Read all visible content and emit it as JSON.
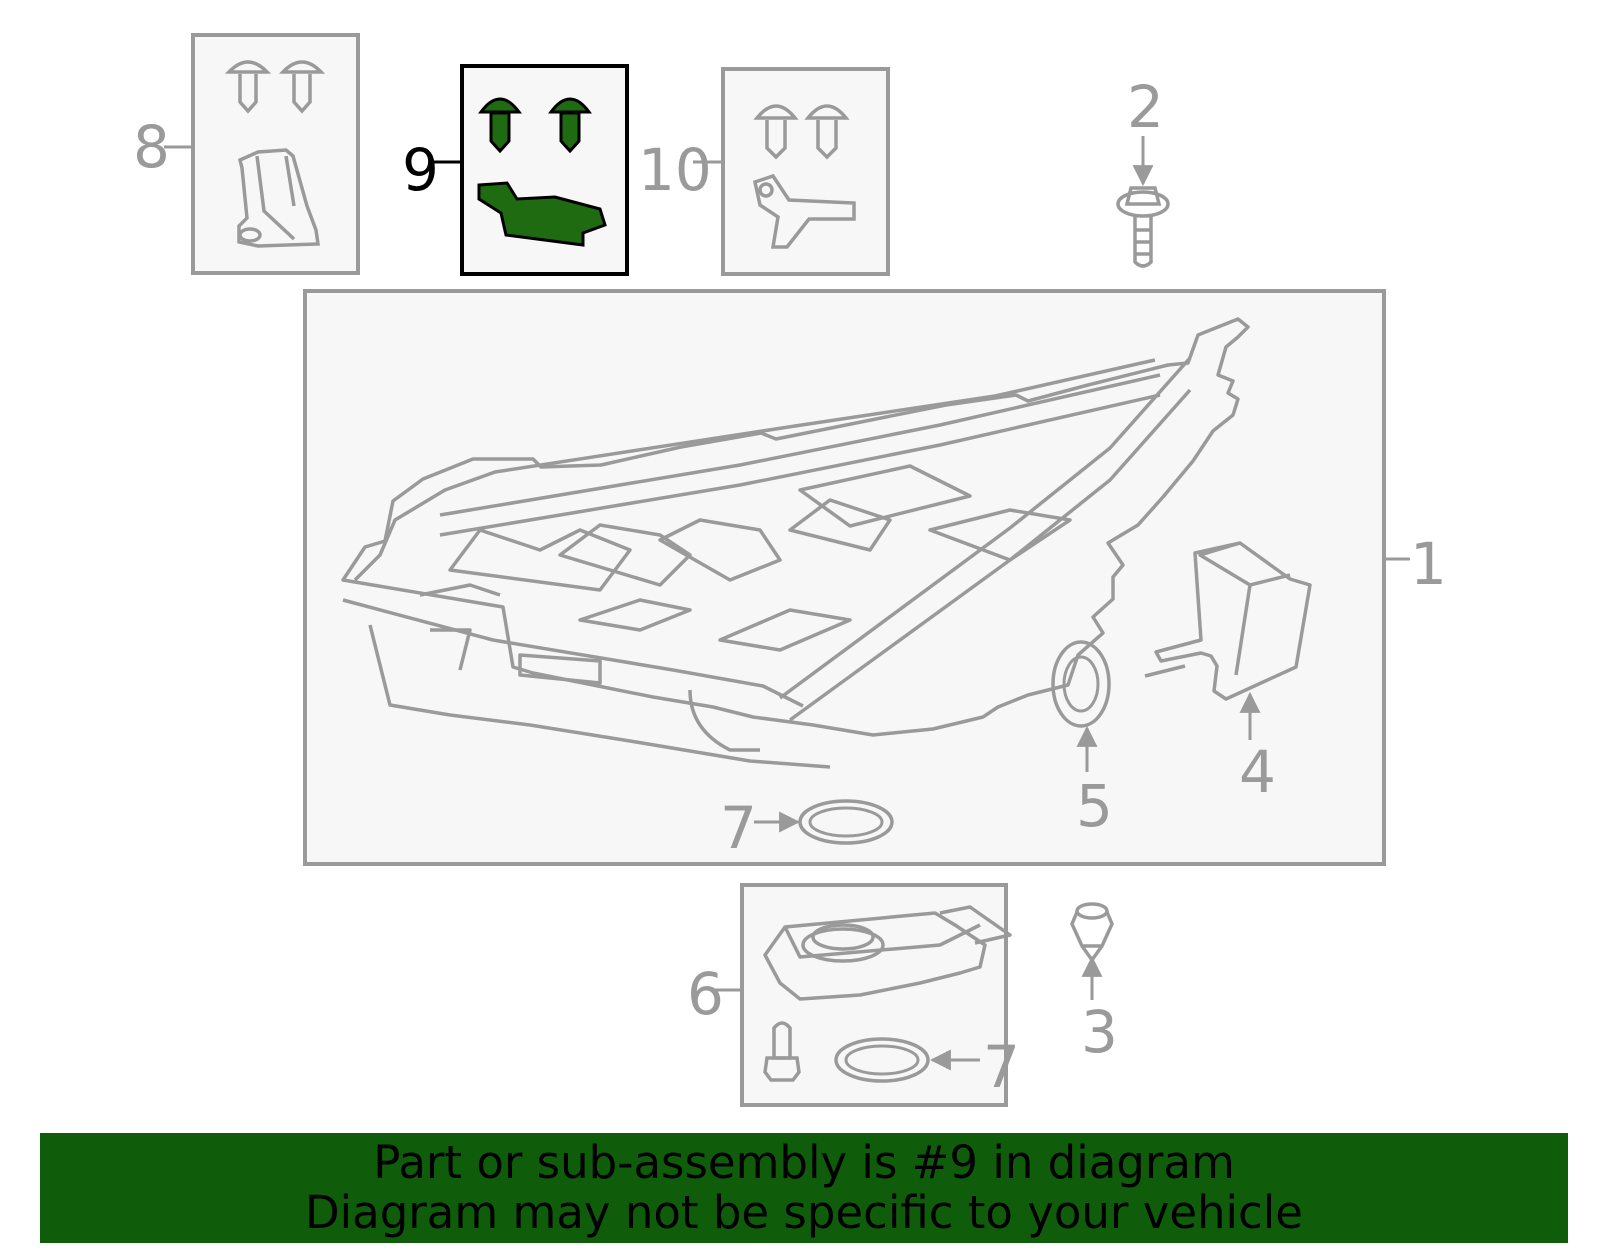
{
  "diagram": {
    "callouts": [
      "1",
      "2",
      "3",
      "4",
      "5",
      "6",
      "7",
      "7",
      "8",
      "9",
      "10"
    ],
    "highlighted_part": "9",
    "colors": {
      "line": "#9a9a9a",
      "box_fill": "#f7f7f7",
      "highlight_fill": "#1f6b12",
      "highlight_stroke": "#000000",
      "banner": "#0f5c0a"
    }
  },
  "banner": {
    "line1": "Part or sub-assembly is #9 in diagram",
    "line2": "Diagram may not be specific to your vehicle"
  }
}
